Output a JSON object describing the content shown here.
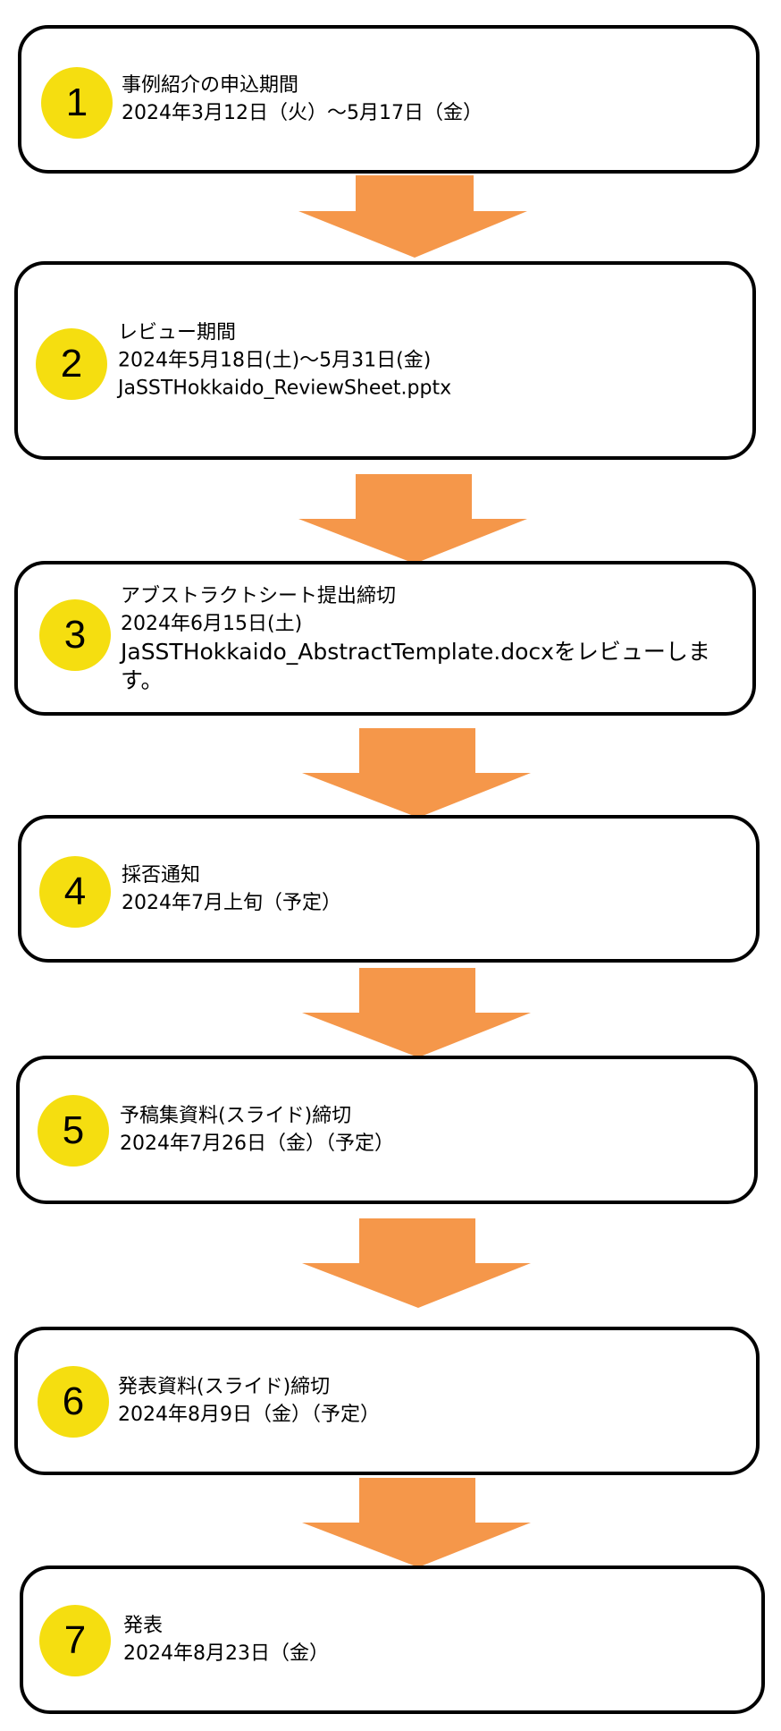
{
  "accent_colors": {
    "badge": "#f5de10",
    "arrow": "#f5974a",
    "border": "#000000"
  },
  "steps": [
    {
      "number": "1",
      "title": "事例紹介の申込期間",
      "lines": [
        "2024年3月12日（火）～5月17日（金）"
      ]
    },
    {
      "number": "2",
      "title": "レビュー期間",
      "lines": [
        "2024年5月18日(土)～5月31日(金)",
        "JaSSTHokkaido_ReviewSheet.pptx"
      ]
    },
    {
      "number": "3",
      "title": "アブストラクトシート提出締切",
      "lines": [
        "2024年6月15日(土)",
        "JaSSTHokkaido_AbstractTemplate.docxをレビューします。"
      ]
    },
    {
      "number": "4",
      "title": "採否通知",
      "lines": [
        "2024年7月上旬（予定）"
      ]
    },
    {
      "number": "5",
      "title": "予稿集資料(スライド)締切",
      "lines": [
        "2024年7月26日（金）（予定）"
      ]
    },
    {
      "number": "6",
      "title": "発表資料(スライド)締切",
      "lines": [
        "2024年8月9日（金）（予定）"
      ]
    },
    {
      "number": "7",
      "title": "発表",
      "lines": [
        "2024年8月23日（金）"
      ]
    }
  ]
}
